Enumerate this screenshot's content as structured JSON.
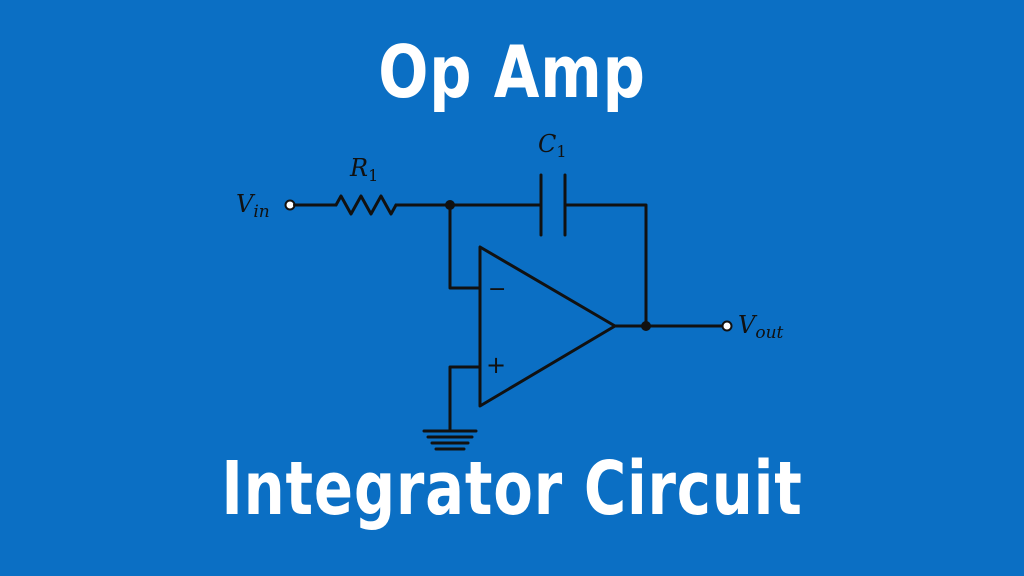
{
  "title_top": "Op Amp",
  "title_bottom": "Integrator Circuit",
  "labels": {
    "vin_main": "V",
    "vin_sub": "in",
    "r1_main": "R",
    "r1_sub": "1",
    "c1_main": "C",
    "c1_sub": "1",
    "vout_main": "V",
    "vout_sub": "out",
    "minus": "−",
    "plus": "+"
  },
  "colors": {
    "background": "#0b6fc4",
    "title": "#ffffff",
    "wire": "#111111"
  }
}
